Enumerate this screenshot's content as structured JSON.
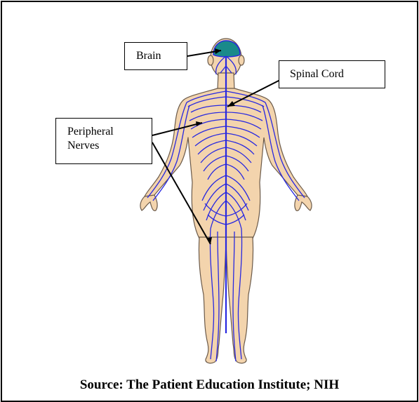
{
  "labels": {
    "brain": "Brain",
    "spinal_cord": "Spinal Cord",
    "peripheral_line1": "Peripheral",
    "peripheral_line2": "Nerves"
  },
  "caption": "Source: The Patient Education Institute; NIH",
  "colors": {
    "skin": "#f3d4ad",
    "skin_outline": "#6b5a4a",
    "nerves": "#2828e0",
    "brain": "#1a8a8a",
    "frame": "#000000"
  }
}
